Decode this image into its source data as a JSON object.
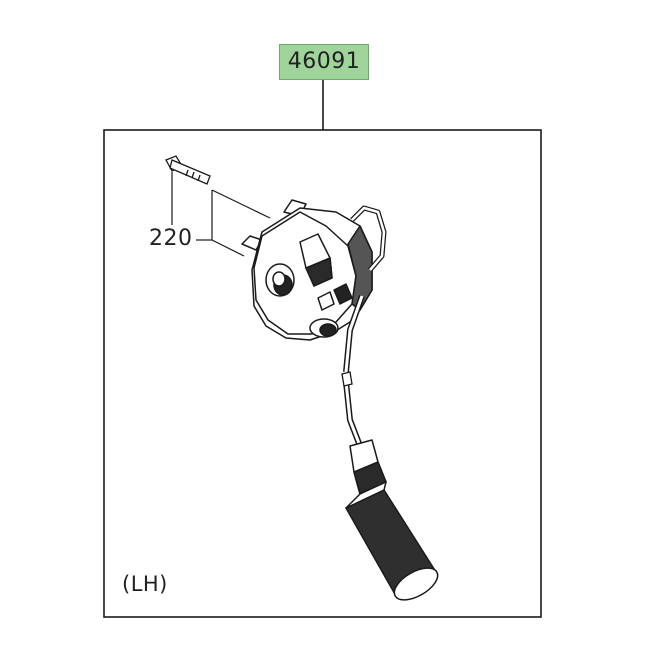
{
  "callouts": {
    "main_part": "46091",
    "bolt": "220",
    "side": "(LH)"
  },
  "colors": {
    "highlight": "#9fd49b",
    "line": "#1a1a1a",
    "background": "#ffffff"
  }
}
